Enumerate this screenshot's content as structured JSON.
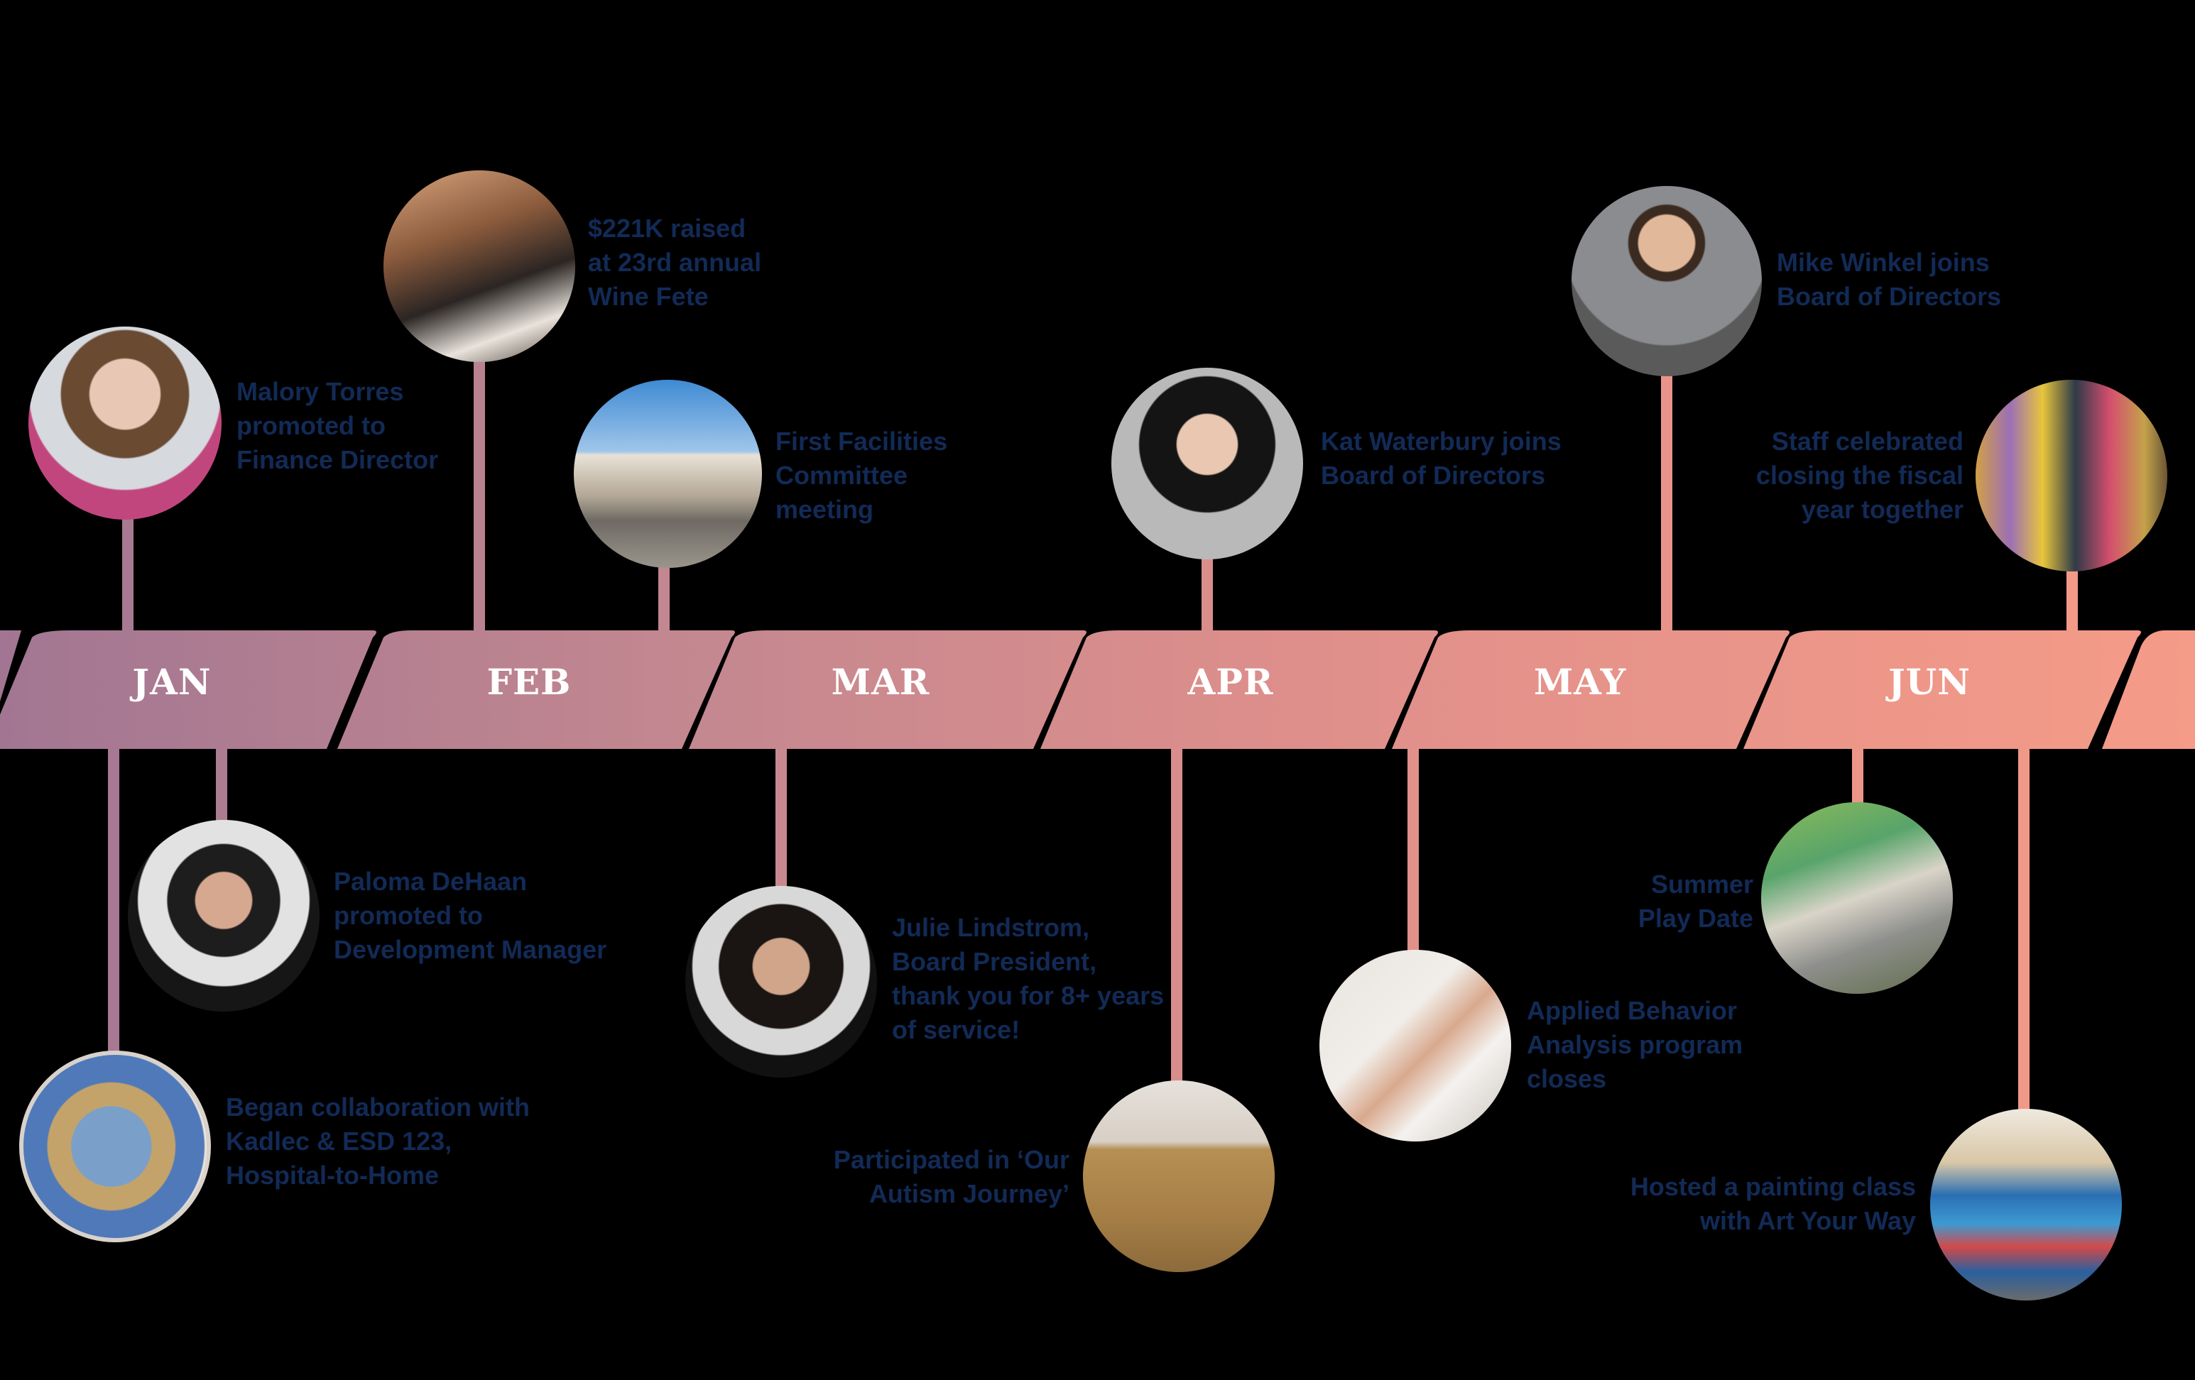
{
  "months": [
    "JAN",
    "FEB",
    "MAR",
    "APR",
    "MAY",
    "JUN"
  ],
  "colors": {
    "background": "#000000",
    "caption_text": "#122a56",
    "band_gradient": [
      "#a57893",
      "#c88b8f",
      "#e3918a",
      "#f29a88"
    ]
  },
  "events": {
    "malory": {
      "lines": [
        "Malory Torres",
        "promoted to",
        "Finance Director"
      ],
      "photo": "woman-portrait-pink-top"
    },
    "wine_fete": {
      "lines": [
        "$221K raised",
        "at 23rd annual",
        "Wine Fete"
      ],
      "photo": "banquet-event-crowd"
    },
    "facilities": {
      "lines": [
        "First Facilities",
        "Committee",
        "meeting"
      ],
      "photo": "building-exterior"
    },
    "kat": {
      "lines": [
        "Kat Waterbury joins",
        "Board of Directors"
      ],
      "photo": "woman-portrait-dark-hair"
    },
    "mike": {
      "lines": [
        "Mike Winkel joins",
        "Board of Directors"
      ],
      "photo": "man-portrait-suit"
    },
    "staff": {
      "lines": [
        "Staff celebrated",
        "closing the fiscal",
        "year together"
      ],
      "photo": "staff-group-hula"
    },
    "paloma": {
      "lines": [
        "Paloma DeHaan",
        "promoted to",
        "Development Manager"
      ],
      "photo": "woman-portrait-glasses"
    },
    "kadlec": {
      "lines": [
        "Began collaboration with",
        "Kadlec & ESD 123,",
        "Hospital-to-Home"
      ],
      "photo": "welcome-globe-sign"
    },
    "julie": {
      "lines": [
        "Julie Lindstrom,",
        "Board President,",
        "thank you for 8+ years",
        "of service!"
      ],
      "photo": "woman-portrait-blazer"
    },
    "autism": {
      "lines": [
        "Participated in ‘Our",
        "Autism Journey’"
      ],
      "photo": "kids-sandbox"
    },
    "aba": {
      "lines": [
        "Applied Behavior",
        "Analysis program",
        "closes"
      ],
      "photo": "child-drawing-hands"
    },
    "summer": {
      "lines": [
        "Summer",
        "Play Date"
      ],
      "photo": "children-playing-outdoors"
    },
    "painting": {
      "lines": [
        "Hosted a painting class",
        "with Art Your Way"
      ],
      "photo": "painting-class-group"
    }
  }
}
